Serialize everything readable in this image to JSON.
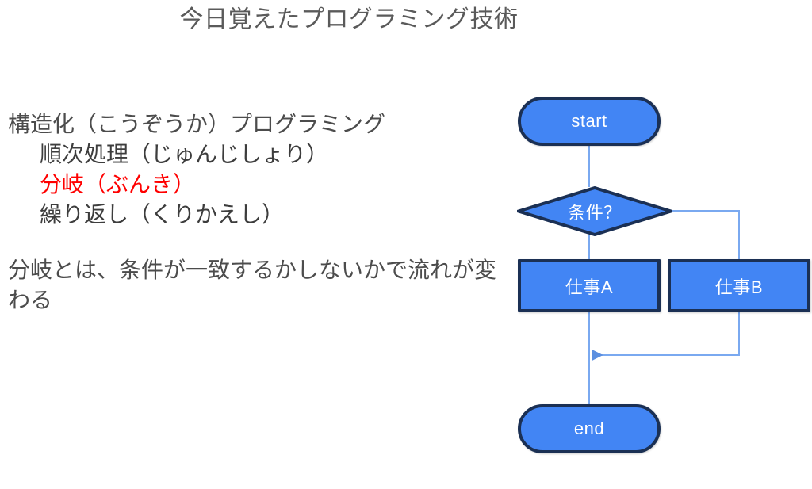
{
  "slide": {
    "title": "今日覚えたプログラミング技術",
    "background_color": "#ffffff",
    "title_color": "#5a5a5a"
  },
  "body": {
    "structured_heading": "構造化（こうぞうか）プログラミング",
    "structured_items": [
      {
        "label": "順次処理（じゅんじしょり）",
        "color": "#3d3d3d"
      },
      {
        "label": "分岐（ぶんき）",
        "color": "#ff0000"
      },
      {
        "label": "繰り返し（くりかえし）",
        "color": "#3d3d3d"
      }
    ],
    "branch_description": "分岐とは、条件が一致するかしないかで流れが変わる"
  },
  "flowchart": {
    "node_fill": "#4285f4",
    "node_border": "#1b3054",
    "node_text_color": "#ffffff",
    "connector_color": "#7aa9f0",
    "nodes": {
      "start": "start",
      "condition": "条件？",
      "task_a": "仕事A",
      "task_b": "仕事B",
      "end": "end"
    }
  }
}
